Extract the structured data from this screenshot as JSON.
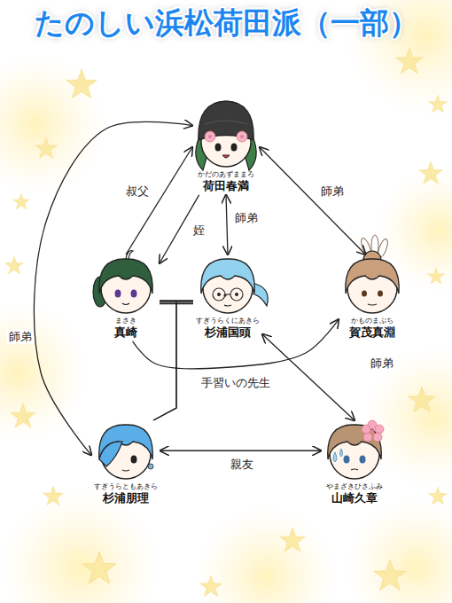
{
  "diagram": {
    "title": "たのしい浜松荷田派（一部）",
    "nodes": [
      {
        "text": [
          "かだのあずままろ",
          "荷田春満"
        ]
      },
      {
        "text": [
          "まさき",
          "真崎"
        ]
      },
      {
        "text": [
          "すぎうらくにあきら",
          "杉浦国頭"
        ]
      },
      {
        "text": [
          "かものまぶち",
          "賀茂真淵"
        ]
      },
      {
        "text": [
          "すぎうらともあきら",
          "杉浦朋理"
        ]
      },
      {
        "text": [
          "やまざきひさふみ",
          "山崎久章"
        ]
      }
    ],
    "edges": [
      {
        "from": 1,
        "to": 0,
        "arrow": "to",
        "label": "叔父"
      },
      {
        "from": 0,
        "to": 1,
        "arrow": "to",
        "label": "姪"
      },
      {
        "from": 0,
        "to": 2,
        "arrow": "both",
        "label": "師弟"
      },
      {
        "from": 0,
        "to": 3,
        "arrow": "both",
        "label": "師弟"
      },
      {
        "from": 0,
        "to": 4,
        "arrow": "both",
        "label": "師弟"
      },
      {
        "from": 1,
        "to": 2,
        "arrow": "none"
      },
      {
        "from": 1,
        "to": 4,
        "arrow": "none"
      },
      {
        "from": 2,
        "to": 4,
        "arrow": "none"
      },
      {
        "from": 1,
        "to": 3,
        "arrow": "to",
        "label": "手習いの先生"
      },
      {
        "from": 2,
        "to": 5,
        "arrow": "both",
        "label": "師弟"
      },
      {
        "from": 4,
        "to": 5,
        "arrow": "both",
        "label": "親友"
      }
    ]
  }
}
